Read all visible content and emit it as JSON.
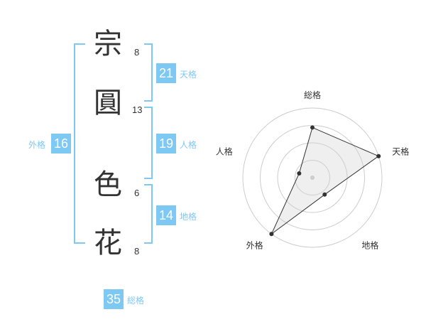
{
  "name_chars": [
    {
      "char": "宗",
      "strokes": "8"
    },
    {
      "char": "圓",
      "strokes": "13"
    },
    {
      "char": "色",
      "strokes": "6"
    },
    {
      "char": "花",
      "strokes": "8"
    }
  ],
  "fortunes": {
    "tenkaku": {
      "value": "21",
      "label": "天格"
    },
    "jinkaku": {
      "value": "19",
      "label": "人格"
    },
    "chikaku": {
      "value": "14",
      "label": "地格"
    },
    "gaikaku": {
      "value": "16",
      "label": "外格"
    },
    "soukaku": {
      "value": "35",
      "label": "総格"
    }
  },
  "colors": {
    "accent": "#7ec8f4",
    "text": "#333333"
  },
  "chart_data": {
    "type": "radar",
    "axes": [
      "総格",
      "天格",
      "地格",
      "外格",
      "人格"
    ],
    "values": [
      3.6,
      5.0,
      1.5,
      5.0,
      1.0
    ],
    "range": [
      0,
      5
    ],
    "rings": 4,
    "grid": true
  }
}
